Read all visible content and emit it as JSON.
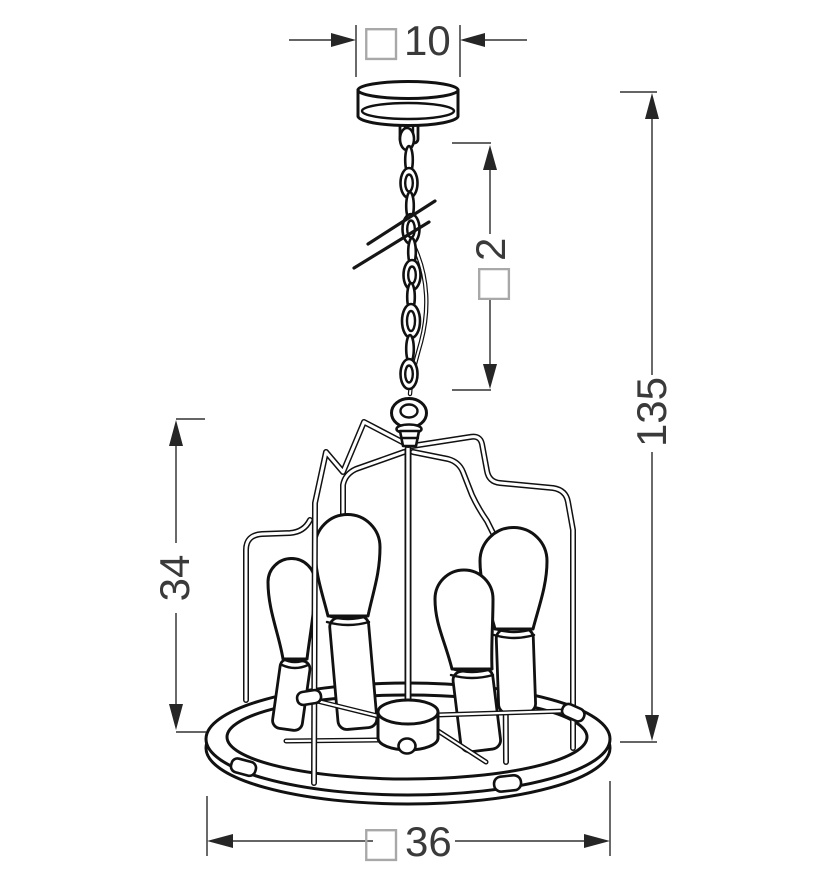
{
  "drawing": {
    "type": "technical dimensional drawing",
    "subject": "4-light cage pendant lamp with chain suspension and ceiling canopy"
  },
  "symbols": {
    "square": "□"
  },
  "dimensions": {
    "canopy_width": "10",
    "chain_length": "2",
    "total_height": "135",
    "cage_height": "34",
    "ring_diameter": "36"
  },
  "colors": {
    "outline": "#111111",
    "dimension_line": "#4f4f4f",
    "arrowhead": "#262626",
    "text": "#3a3a3a",
    "square_symbol": "#a8a8a8",
    "background": "#ffffff"
  }
}
